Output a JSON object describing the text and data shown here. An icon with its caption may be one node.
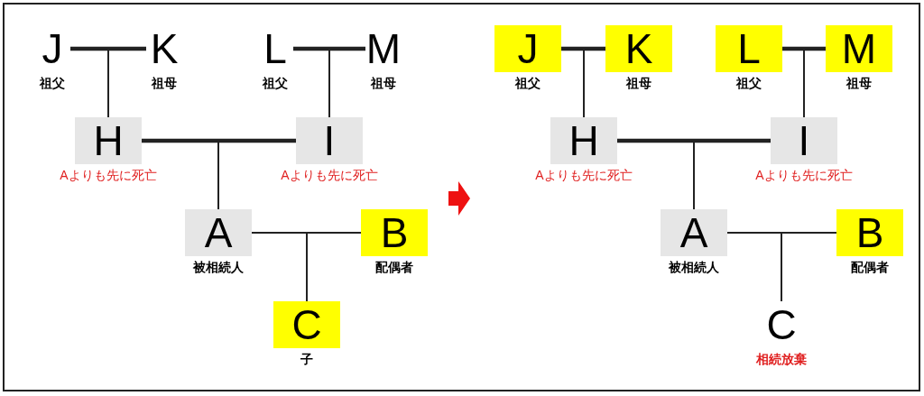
{
  "diagram": {
    "nodes": [
      {
        "text": [
          "J"
        ],
        "beside": [
          "祖父"
        ]
      },
      {
        "text": [
          "K"
        ],
        "beside": [
          "祖母"
        ]
      },
      {
        "text": [
          "L"
        ],
        "beside": [
          "祖父"
        ]
      },
      {
        "text": [
          "M"
        ],
        "beside": [
          "祖母"
        ]
      },
      {
        "text": [
          "H"
        ],
        "beside": [
          "Aよりも先に死亡"
        ]
      },
      {
        "text": [
          "I"
        ],
        "beside": [
          "Aよりも先に死亡"
        ]
      },
      {
        "text": [
          "A"
        ],
        "beside": [
          "被相続人"
        ]
      },
      {
        "text": [
          "B"
        ],
        "beside": [
          "配偶者"
        ]
      },
      {
        "text": [
          "C"
        ],
        "beside": [
          "子"
        ]
      },
      {
        "text": [
          "J"
        ],
        "beside": [
          "祖父"
        ]
      },
      {
        "text": [
          "K"
        ],
        "beside": [
          "祖母"
        ]
      },
      {
        "text": [
          "L"
        ],
        "beside": [
          "祖父"
        ]
      },
      {
        "text": [
          "M"
        ],
        "beside": [
          "祖母"
        ]
      },
      {
        "text": [
          "H"
        ],
        "beside": [
          "Aよりも先に死亡"
        ]
      },
      {
        "text": [
          "I"
        ],
        "beside": [
          "Aよりも先に死亡"
        ]
      },
      {
        "text": [
          "A"
        ],
        "beside": [
          "被相続人"
        ]
      },
      {
        "text": [
          "B"
        ],
        "beside": [
          "配偶者"
        ]
      },
      {
        "text": [
          "C"
        ],
        "beside": [
          "相続放棄"
        ]
      }
    ],
    "edges": [
      {
        "from": 0,
        "to": 1,
        "arrow": "none"
      },
      {
        "from": 0,
        "to": 4,
        "arrow": "none"
      },
      {
        "from": 1,
        "to": 4,
        "arrow": "none"
      },
      {
        "from": 2,
        "to": 3,
        "arrow": "none"
      },
      {
        "from": 2,
        "to": 5,
        "arrow": "none"
      },
      {
        "from": 3,
        "to": 5,
        "arrow": "none"
      },
      {
        "from": 4,
        "to": 5,
        "arrow": "none"
      },
      {
        "from": 4,
        "to": 6,
        "arrow": "none"
      },
      {
        "from": 5,
        "to": 6,
        "arrow": "none"
      },
      {
        "from": 6,
        "to": 7,
        "arrow": "none"
      },
      {
        "from": 6,
        "to": 8,
        "arrow": "none"
      },
      {
        "from": 7,
        "to": 8,
        "arrow": "none"
      },
      {
        "from": 9,
        "to": 10,
        "arrow": "none"
      },
      {
        "from": 9,
        "to": 13,
        "arrow": "none"
      },
      {
        "from": 10,
        "to": 13,
        "arrow": "none"
      },
      {
        "from": 11,
        "to": 12,
        "arrow": "none"
      },
      {
        "from": 11,
        "to": 14,
        "arrow": "none"
      },
      {
        "from": 12,
        "to": 14,
        "arrow": "none"
      },
      {
        "from": 13,
        "to": 14,
        "arrow": "none"
      },
      {
        "from": 13,
        "to": 15,
        "arrow": "none"
      },
      {
        "from": 14,
        "to": 15,
        "arrow": "none"
      },
      {
        "from": 15,
        "to": 16,
        "arrow": "none"
      },
      {
        "from": 15,
        "to": 17,
        "arrow": "none"
      },
      {
        "from": 16,
        "to": 17,
        "arrow": "none"
      }
    ]
  }
}
